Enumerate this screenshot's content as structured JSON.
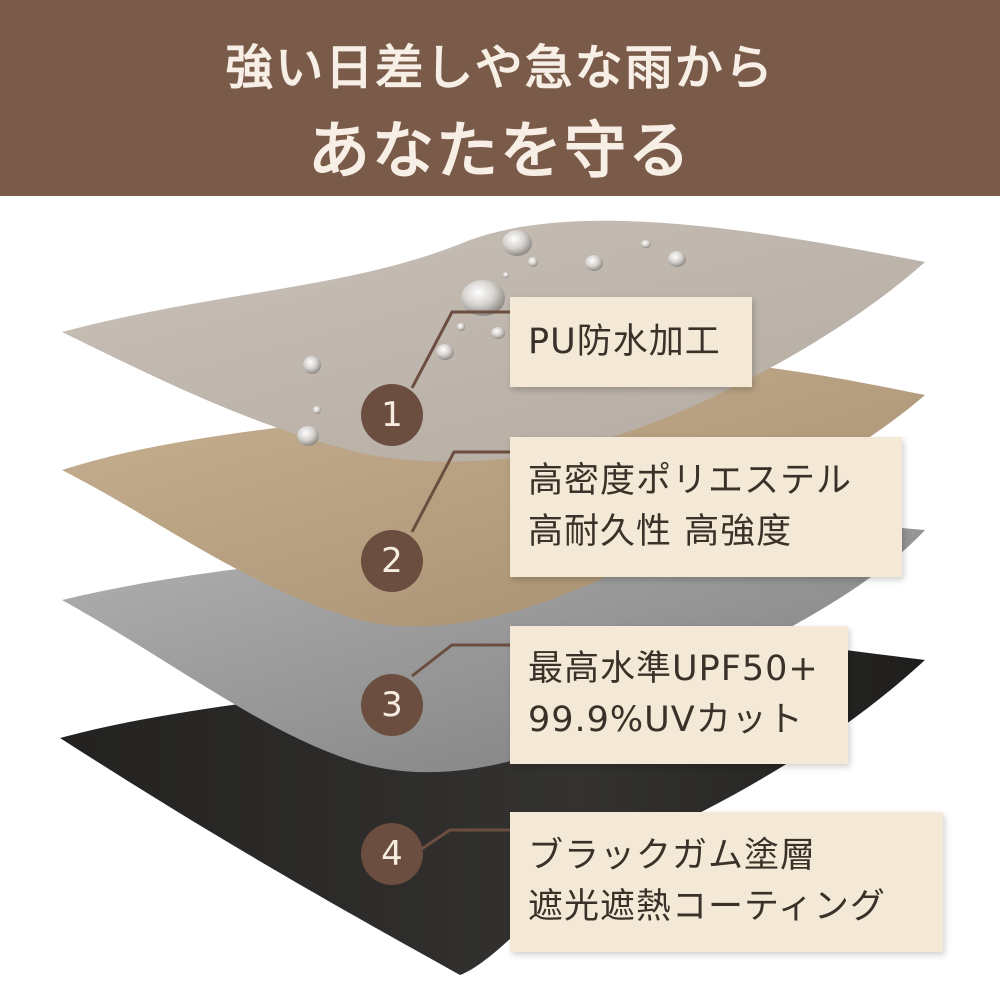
{
  "header": {
    "line1": "強い日差しや急な雨から",
    "line2": "あなたを守る"
  },
  "layers": [
    {
      "number": "1",
      "lines": [
        "PU防水加工"
      ]
    },
    {
      "number": "2",
      "lines": [
        "高密度ポリエステル",
        "高耐久性 高強度"
      ]
    },
    {
      "number": "3",
      "lines": [
        "最高水準UPF50+",
        "99.9%UVカット"
      ]
    },
    {
      "number": "4",
      "lines": [
        "ブラックガム塗層",
        "遮光遮熱コーティング"
      ]
    }
  ],
  "colors": {
    "header_bg": "#7a5b4a",
    "badge": "#6b4e3f",
    "label_bg": "#f4e8d6",
    "layer1": "#bfb6ad",
    "layer2": "#b9a283",
    "layer3": "#9e9e9e",
    "layer4": "#2c2b29"
  }
}
